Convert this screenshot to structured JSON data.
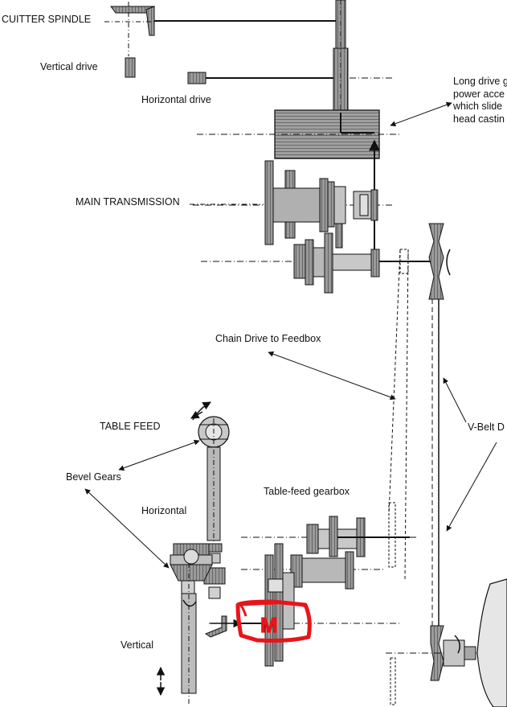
{
  "labels": {
    "cutter_spindle": "CUITTER SPINDLE",
    "vertical_drive": "Vertical drive",
    "horizontal_drive": "Horizontal drive",
    "long_drive_1": "Long drive g",
    "long_drive_2": "power acce",
    "long_drive_3": "which slide",
    "long_drive_4": "head castin",
    "main_transmission": "MAIN TRANSMISSION",
    "chain_drive": "Chain Drive to Feedbox",
    "table_feed": "TABLE FEED",
    "bevel_gears": "Bevel Gears",
    "horizontal": "Horizontal",
    "table_feed_gearbox": "Table-feed gearbox",
    "v_belt": "V-Belt D",
    "vertical": "Vertical",
    "motor_mark": "M"
  },
  "colors": {
    "ink": "#111111",
    "gear_fill": "#8a8a8a",
    "shaft_fill": "#bdbdbd",
    "annotation_red": "#e8141b",
    "motor_body": "#e6e6e6"
  }
}
